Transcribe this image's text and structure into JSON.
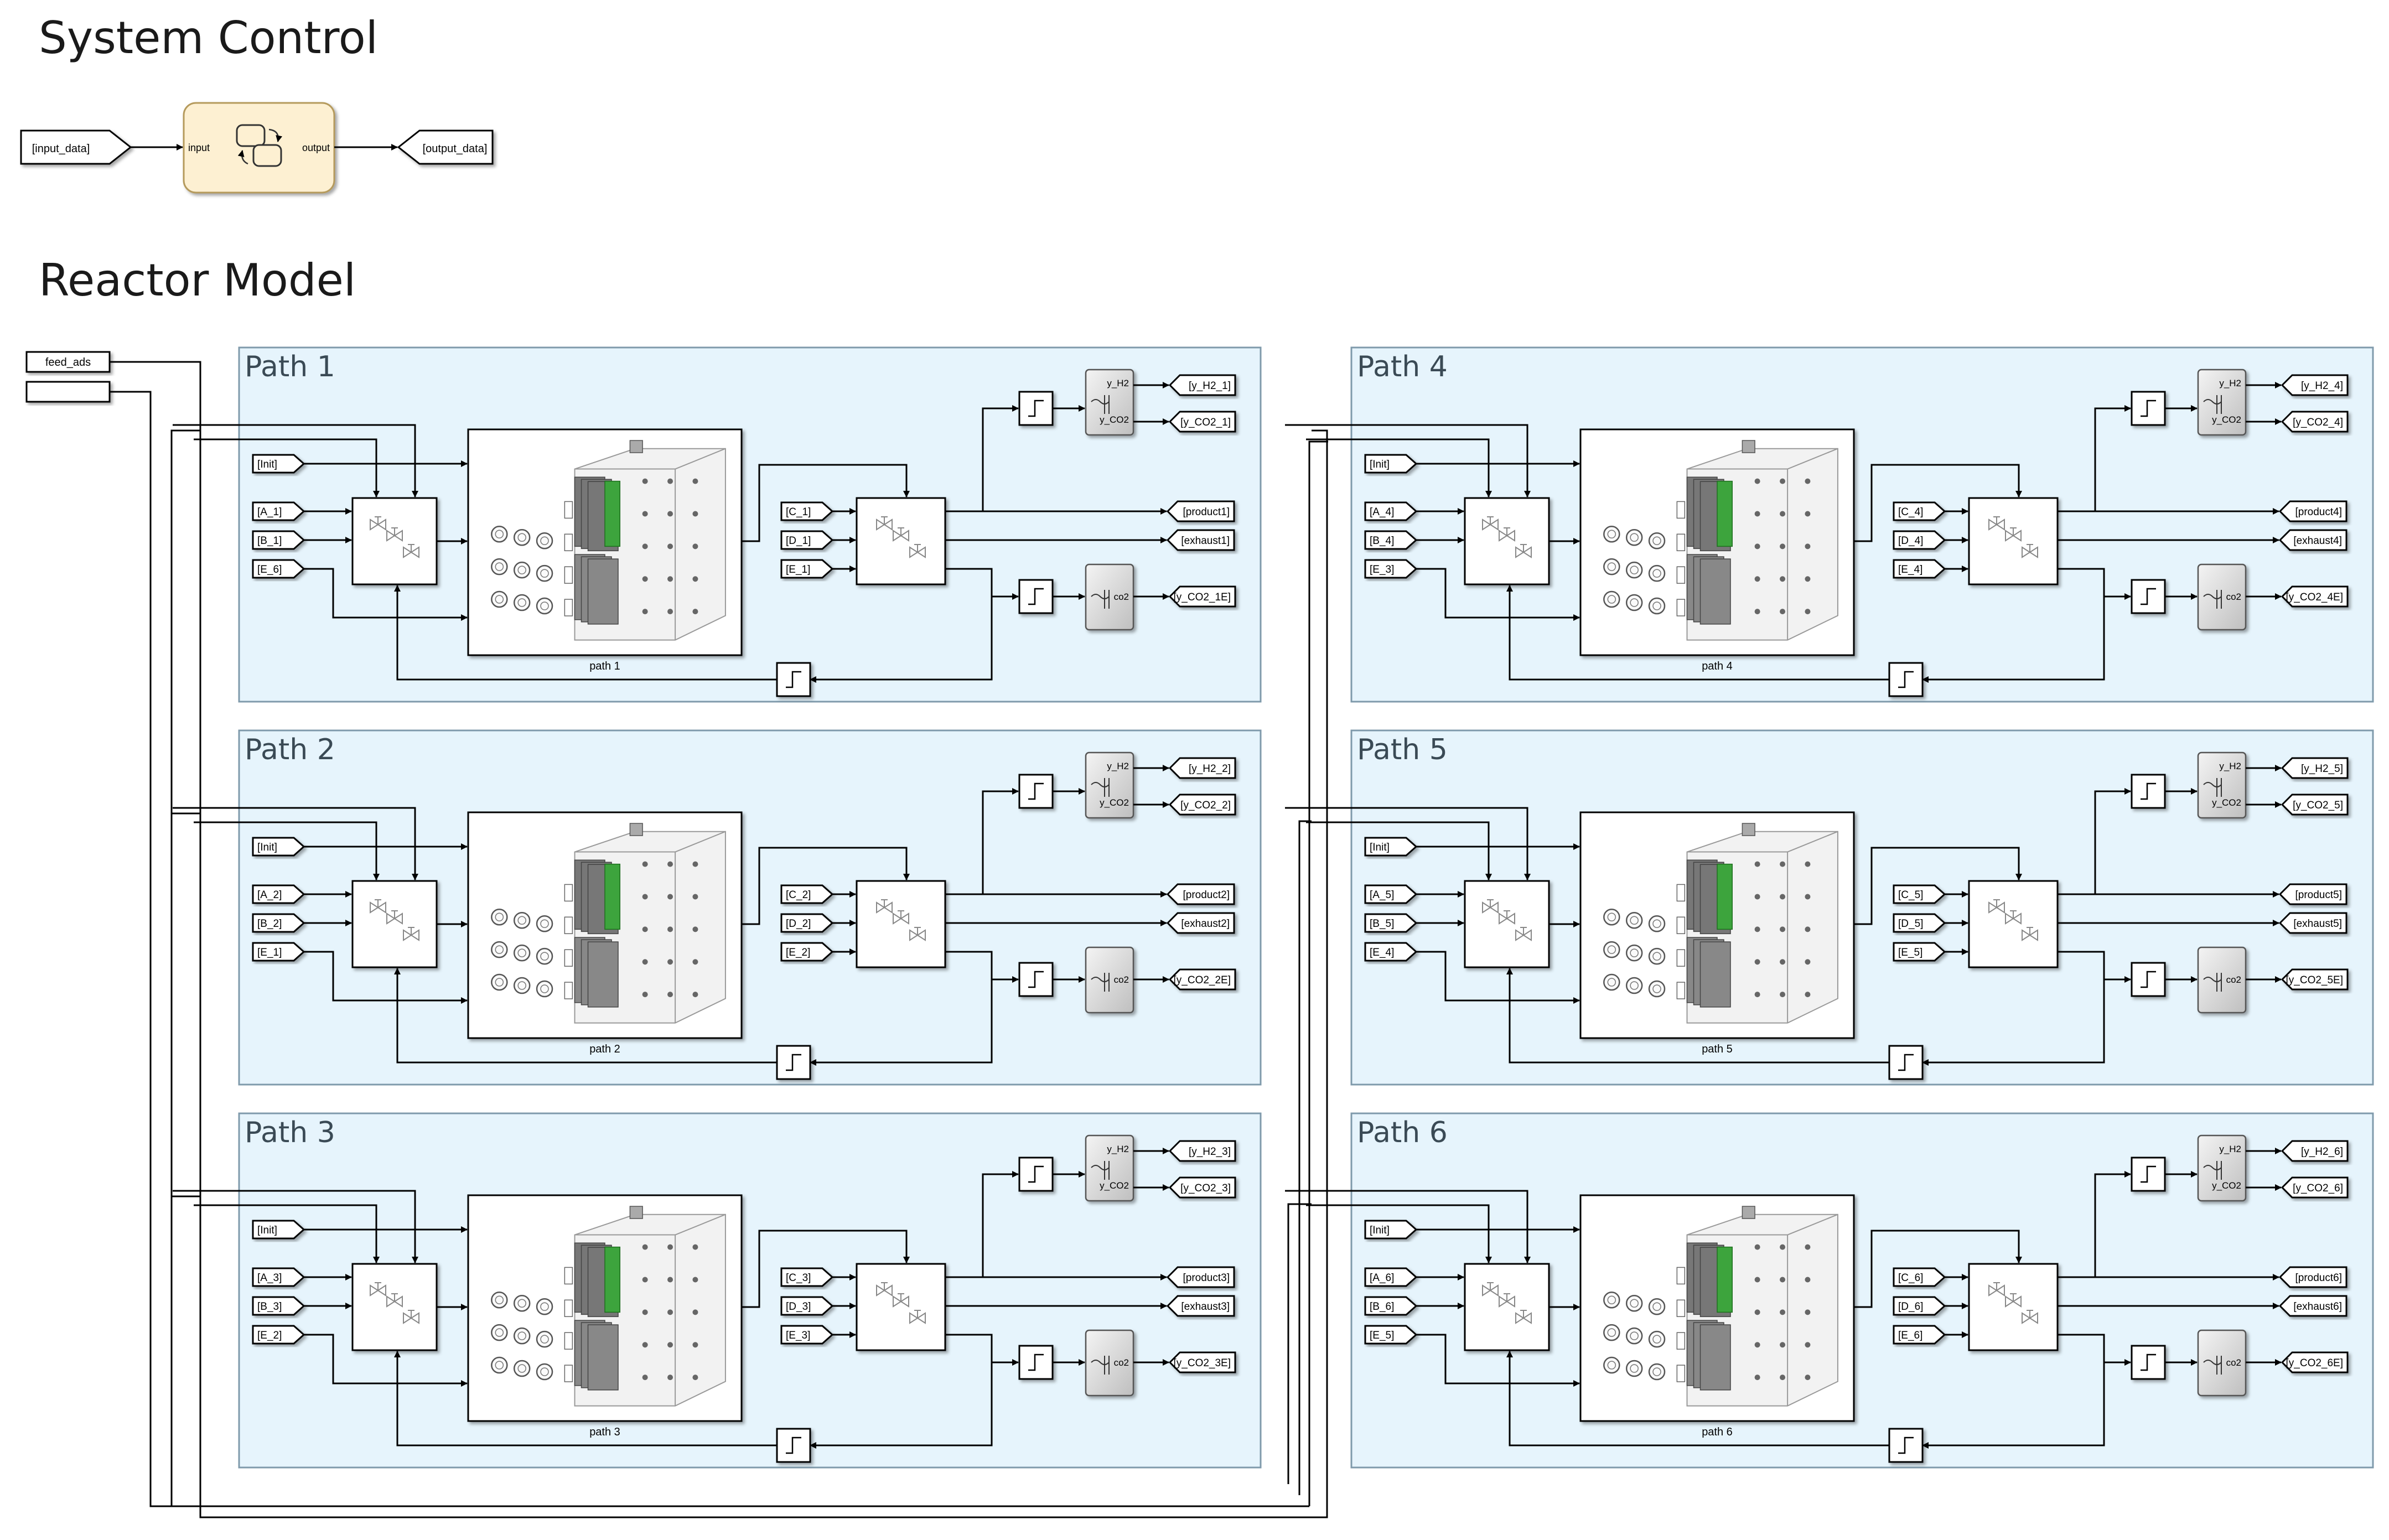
{
  "headings": {
    "system_control": "System Control",
    "reactor_model": "Reactor Model"
  },
  "system_control": {
    "input_tag": "[input_data]",
    "output_tag": "[output_data]",
    "chart_input_port": "input",
    "chart_output_port": "output"
  },
  "feed": {
    "label": "feed_ads",
    "second_label": ""
  },
  "paths": [
    {
      "title": "Path 1",
      "subsystem_label": "path 1",
      "init": "[Init]",
      "inputs": [
        "[A_1]",
        "[B_1]",
        "[E_6]"
      ],
      "valve_inputs": [
        "[C_1]",
        "[D_1]",
        "[E_1]"
      ],
      "y_h2": "[y_H2_1]",
      "y_co2": "[y_CO2_1]",
      "product": "[product1]",
      "exhaust": "[exhaust1]",
      "y_co2e": "[y_CO2_1E]"
    },
    {
      "title": "Path 2",
      "subsystem_label": "path 2",
      "init": "[Init]",
      "inputs": [
        "[A_2]",
        "[B_2]",
        "[E_1]"
      ],
      "valve_inputs": [
        "[C_2]",
        "[D_2]",
        "[E_2]"
      ],
      "y_h2": "[y_H2_2]",
      "y_co2": "[y_CO2_2]",
      "product": "[product2]",
      "exhaust": "[exhaust2]",
      "y_co2e": "[y_CO2_2E]"
    },
    {
      "title": "Path 3",
      "subsystem_label": "path 3",
      "init": "[Init]",
      "inputs": [
        "[A_3]",
        "[B_3]",
        "[E_2]"
      ],
      "valve_inputs": [
        "[C_3]",
        "[D_3]",
        "[E_3]"
      ],
      "y_h2": "[y_H2_3]",
      "y_co2": "[y_CO2_3]",
      "product": "[product3]",
      "exhaust": "[exhaust3]",
      "y_co2e": "[y_CO2_3E]"
    },
    {
      "title": "Path 4",
      "subsystem_label": "path 4",
      "init": "[Init]",
      "inputs": [
        "[A_4]",
        "[B_4]",
        "[E_3]"
      ],
      "valve_inputs": [
        "[C_4]",
        "[D_4]",
        "[E_4]"
      ],
      "y_h2": "[y_H2_4]",
      "y_co2": "[y_CO2_4]",
      "product": "[product4]",
      "exhaust": "[exhaust4]",
      "y_co2e": "[y_CO2_4E]"
    },
    {
      "title": "Path 5",
      "subsystem_label": "path 5",
      "init": "[Init]",
      "inputs": [
        "[A_5]",
        "[B_5]",
        "[E_4]"
      ],
      "valve_inputs": [
        "[C_5]",
        "[D_5]",
        "[E_5]"
      ],
      "y_h2": "[y_H2_5]",
      "y_co2": "[y_CO2_5]",
      "product": "[product5]",
      "exhaust": "[exhaust5]",
      "y_co2e": "[y_CO2_5E]"
    },
    {
      "title": "Path 6",
      "subsystem_label": "path 6",
      "init": "[Init]",
      "inputs": [
        "[A_6]",
        "[B_6]",
        "[E_5]"
      ],
      "valve_inputs": [
        "[C_6]",
        "[D_6]",
        "[E_6]"
      ],
      "y_h2": "[y_H2_6]",
      "y_co2": "[y_CO2_6]",
      "product": "[product6]",
      "exhaust": "[exhaust6]",
      "y_co2e": "[y_CO2_6E]"
    }
  ],
  "sensor": {
    "port_h2": "y_H2",
    "port_co2": "y_CO2",
    "port_co2_short": "co2"
  },
  "colors": {
    "panel_fill": "#e6f4fc",
    "panel_stroke": "#7f9aab",
    "chart_fill": "#fdf0d2",
    "chart_stroke": "#b59a5c",
    "reactor_accent": "#3da43d",
    "line": "#000000",
    "title_text": "#3a4a55"
  }
}
